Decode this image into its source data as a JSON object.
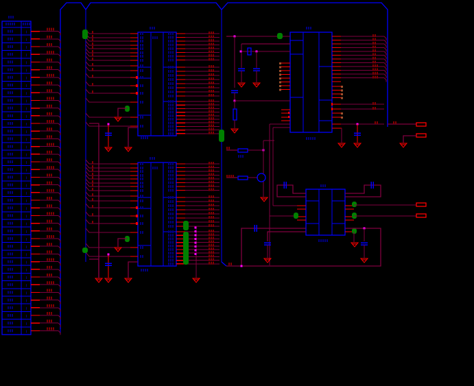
{
  "schematic": {
    "background_color": "#000000",
    "colors": {
      "component_outline": "#0000ff",
      "pin": "#ff0000",
      "wire": "#80003f",
      "net_label": "#800000",
      "component_text": "#000080",
      "junction": "#ff00ff",
      "highlight": "#008000",
      "no_connect": "#a0522d"
    },
    "components": [
      {
        "id": "header-connector",
        "icon": "connector-icon"
      },
      {
        "id": "ic-u1",
        "icon": "chip-icon"
      },
      {
        "id": "ic-u2",
        "icon": "chip-icon"
      },
      {
        "id": "ic-microcontroller",
        "icon": "chip-icon"
      },
      {
        "id": "ic-line-driver",
        "icon": "chip-icon"
      },
      {
        "id": "crystal",
        "icon": "crystal-icon"
      },
      {
        "id": "transistor",
        "icon": "transistor-icon"
      }
    ]
  }
}
